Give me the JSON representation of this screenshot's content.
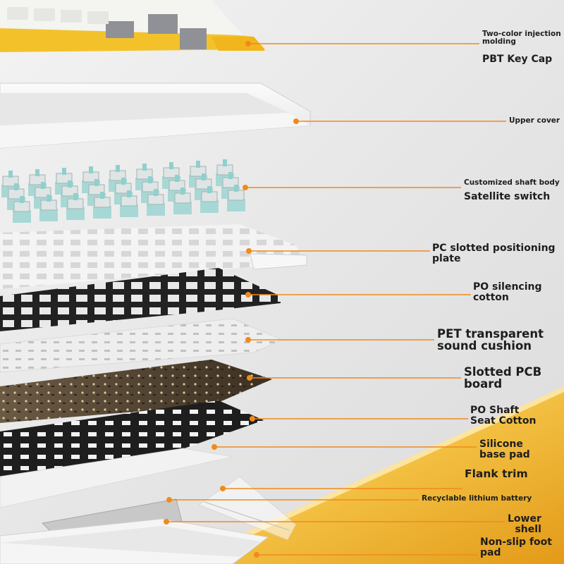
{
  "colors": {
    "accent": "#f08a1c",
    "keycap_yellow": "#f3c22b",
    "keycap_gray": "#8f9196",
    "switch_mint": "#a8d8d5",
    "cotton_black": "#202020",
    "pcb_brown": "#4a3d2c",
    "desk_yellow": "#f1b52a"
  },
  "labels": {
    "keycap_note": [
      "Two-color injection",
      "molding"
    ],
    "keycap": "PBT Key Cap",
    "upper_cover": "Upper cover",
    "shaft_note": "Customized shaft body",
    "satellite": "Satellite switch",
    "plate": [
      "PC slotted positioning",
      "plate"
    ],
    "po_cotton": [
      "PO silencing",
      "cotton"
    ],
    "pet": [
      "PET transparent",
      "sound cushion"
    ],
    "pcb": [
      "Slotted PCB",
      "board"
    ],
    "shaft_cotton": [
      "PO Shaft",
      "Seat Cotton"
    ],
    "silicone": [
      "Silicone",
      "base pad"
    ],
    "flank": "Flank trim",
    "battery": "Recyclable lithium battery",
    "lower_shell": [
      "Lower",
      "shell"
    ],
    "foot_pad": [
      "Non-slip foot",
      "pad"
    ]
  }
}
